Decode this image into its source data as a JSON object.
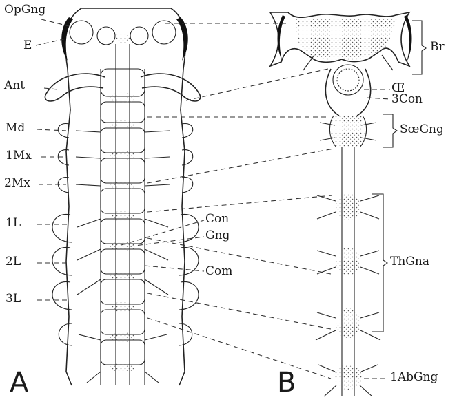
{
  "panel_a": {
    "letter": "A",
    "labels": {
      "optic_ganglion": "OpGng",
      "eye": "E",
      "antenna": "Ant",
      "mandible": "Md",
      "first_maxilla": "1Mx",
      "second_maxilla": "2Mx",
      "first_leg": "1L",
      "second_leg": "2L",
      "third_leg": "3L",
      "connective": "Con",
      "ganglion": "Gng",
      "commissure": "Com"
    }
  },
  "panel_b": {
    "letter": "B",
    "labels": {
      "brain": "Br",
      "oesophagus": "Œ",
      "third_connective": "3Con",
      "suboesophageal_ganglion": "SœGng",
      "thoracic_ganglia": "ThGna",
      "first_abdominal_ganglion": "1AbGng"
    }
  }
}
